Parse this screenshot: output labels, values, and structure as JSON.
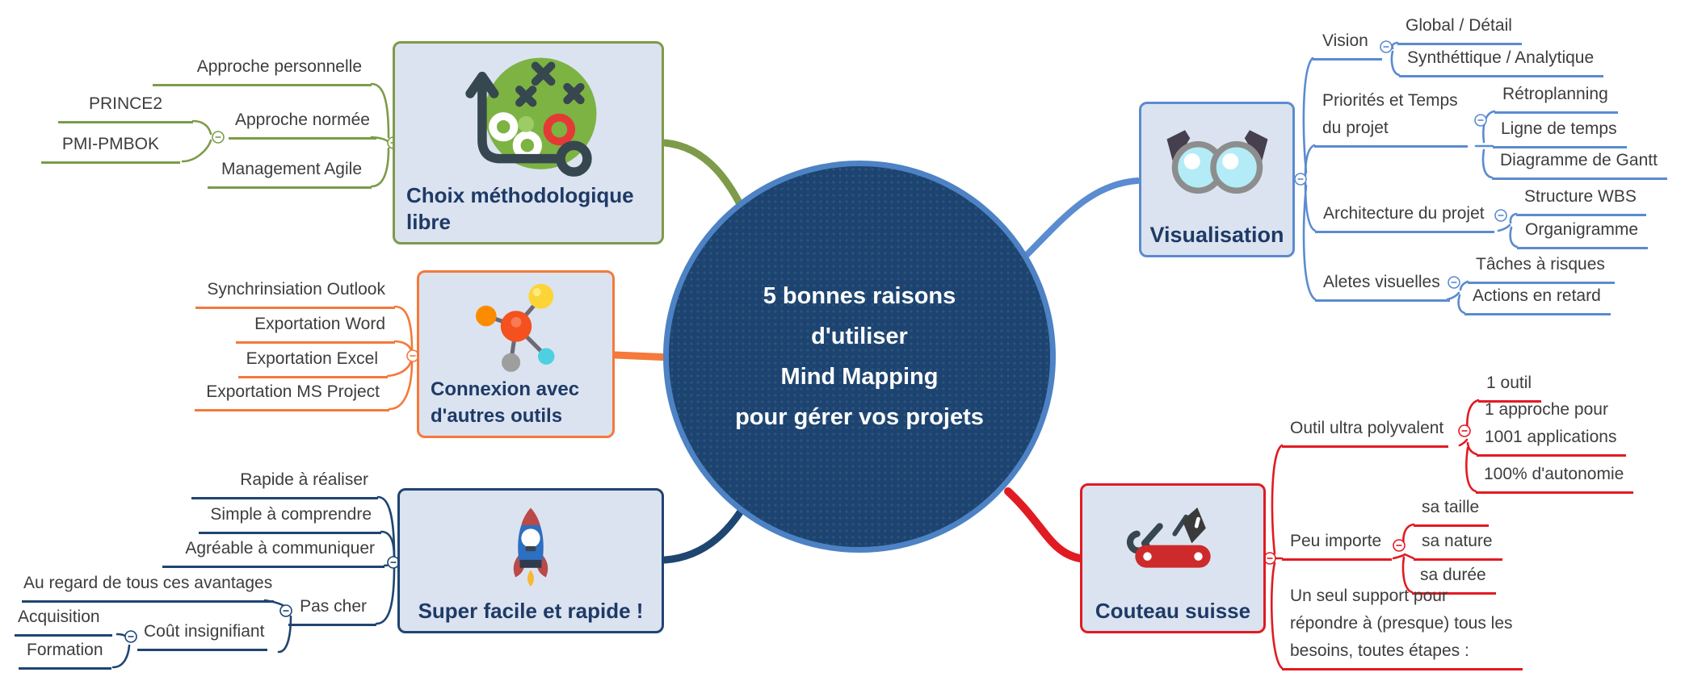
{
  "center": {
    "lines": [
      "5 bonnes raisons",
      "d'utiliser",
      "Mind Mapping",
      "pour gérer vos projets"
    ],
    "bg_color": "#1d4470",
    "border_color": "#4d82c4"
  },
  "branches": {
    "methodology": {
      "title": "Choix méthodologique\nlibre",
      "color": "#7d9b49",
      "icon": "strategy-tactics-icon",
      "children": {
        "personnelle": {
          "label": "Approche personnelle"
        },
        "normee": {
          "label": "Approche normée",
          "children": {
            "prince2": {
              "label": "PRINCE2"
            },
            "pmbok": {
              "label": "PMI-PMBOK"
            }
          }
        },
        "agile": {
          "label": "Management Agile"
        }
      }
    },
    "connexion": {
      "title": "Connexion avec\nd'autres outils",
      "color": "#f4793b",
      "icon": "molecule-icon",
      "children": {
        "outlook": {
          "label": "Synchrinsiation Outlook"
        },
        "word": {
          "label": "Exportation Word"
        },
        "excel": {
          "label": "Exportation Excel"
        },
        "msproject": {
          "label": "Exportation MS Project"
        }
      }
    },
    "facile": {
      "title": "Super facile et rapide !",
      "color": "#1f4571",
      "icon": "rocket-icon",
      "children": {
        "rapide": {
          "label": "Rapide à réaliser"
        },
        "simple": {
          "label": "Simple à comprendre"
        },
        "agreable": {
          "label": "Agréable à communiquer"
        },
        "pascher": {
          "label": "Pas cher",
          "children": {
            "avantages": {
              "label": "Au regard de tous ces avantages"
            },
            "cout": {
              "label": "Coût insignifiant",
              "children": {
                "acquisition": {
                  "label": "Acquisition"
                },
                "formation": {
                  "label": "Formation"
                }
              }
            }
          }
        }
      }
    },
    "visualisation": {
      "title": "Visualisation",
      "color": "#5b8bd0",
      "icon": "glasses-icon",
      "children": {
        "vision": {
          "label": "Vision",
          "children": {
            "global": {
              "label": "Global / Détail"
            },
            "synthetique": {
              "label": "Synthéttique / Analytique"
            }
          }
        },
        "priorites": {
          "label": "Priorités et Temps\ndu projet",
          "children": {
            "retroplanning": {
              "label": "Rétroplanning"
            },
            "ligne": {
              "label": "Ligne de temps"
            },
            "gantt": {
              "label": "Diagramme de Gantt"
            }
          }
        },
        "architecture": {
          "label": "Architecture du projet",
          "children": {
            "wbs": {
              "label": "Structure WBS"
            },
            "organigramme": {
              "label": "Organigramme"
            }
          }
        },
        "alertes": {
          "label": "Aletes visuelles",
          "children": {
            "risques": {
              "label": "Tâches à risques"
            },
            "retard": {
              "label": "Actions en retard"
            }
          }
        }
      }
    },
    "couteau": {
      "title": "Couteau suisse",
      "color": "#e11b22",
      "icon": "swiss-knife-icon",
      "children": {
        "polyvalent": {
          "label": "Outil ultra polyvalent",
          "children": {
            "outil1": {
              "label": "1 outil"
            },
            "approche": {
              "label": "1 approche pour\n1001 applications"
            },
            "autonomie": {
              "label": "100% d'autonomie"
            }
          }
        },
        "peuimporte": {
          "label": "Peu importe",
          "children": {
            "taille": {
              "label": "sa taille"
            },
            "nature": {
              "label": "sa nature"
            },
            "duree": {
              "label": "sa durée"
            }
          }
        },
        "support": {
          "label": "Un seul support pour\nrépondre à (presque) tous les\nbesoins, toutes étapes :"
        }
      }
    }
  }
}
